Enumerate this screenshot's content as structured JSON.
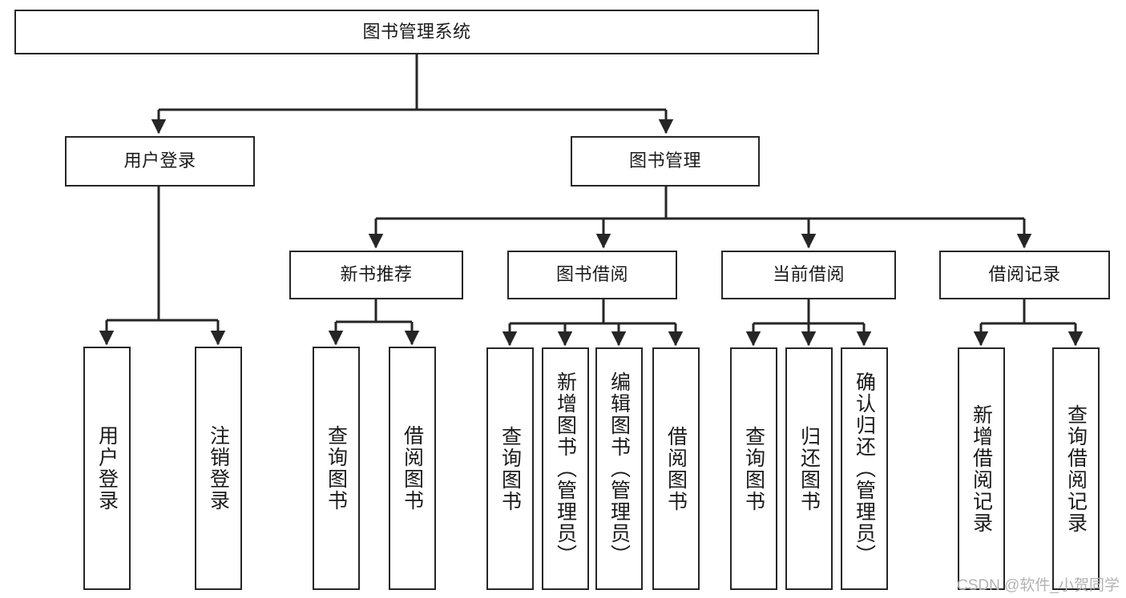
{
  "diagram": {
    "type": "tree-hierarchy",
    "title": "图书管理系统",
    "watermark": "CSDN @软件_小贺同学",
    "colors": {
      "box_border": "#262626",
      "box_fill": "#ffffff",
      "line": "#262626",
      "text": "#1a1a1a",
      "watermark": "#b3b3b3",
      "background": "#ffffff"
    },
    "root": {
      "label": "图书管理系统"
    },
    "level2": [
      {
        "label": "用户登录"
      },
      {
        "label": "图书管理"
      }
    ],
    "level3": [
      {
        "label": "新书推荐"
      },
      {
        "label": "图书借阅"
      },
      {
        "label": "当前借阅"
      },
      {
        "label": "借阅记录"
      }
    ],
    "leaves": {
      "user_login": [
        {
          "label": "用户登录"
        },
        {
          "label": "注销登录"
        }
      ],
      "new_book_recommend": [
        {
          "label": "查询图书"
        },
        {
          "label": "借阅图书"
        }
      ],
      "book_borrow": [
        {
          "label": "查询图书"
        },
        {
          "label": "新增图书（管理员）"
        },
        {
          "label": "编辑图书（管理员）"
        },
        {
          "label": "借阅图书"
        }
      ],
      "current_borrow": [
        {
          "label": "查询图书"
        },
        {
          "label": "归还图书"
        },
        {
          "label": "确认归还（管理员）"
        }
      ],
      "borrow_record": [
        {
          "label": "新增借阅记录"
        },
        {
          "label": "查询借阅记录"
        }
      ]
    }
  }
}
